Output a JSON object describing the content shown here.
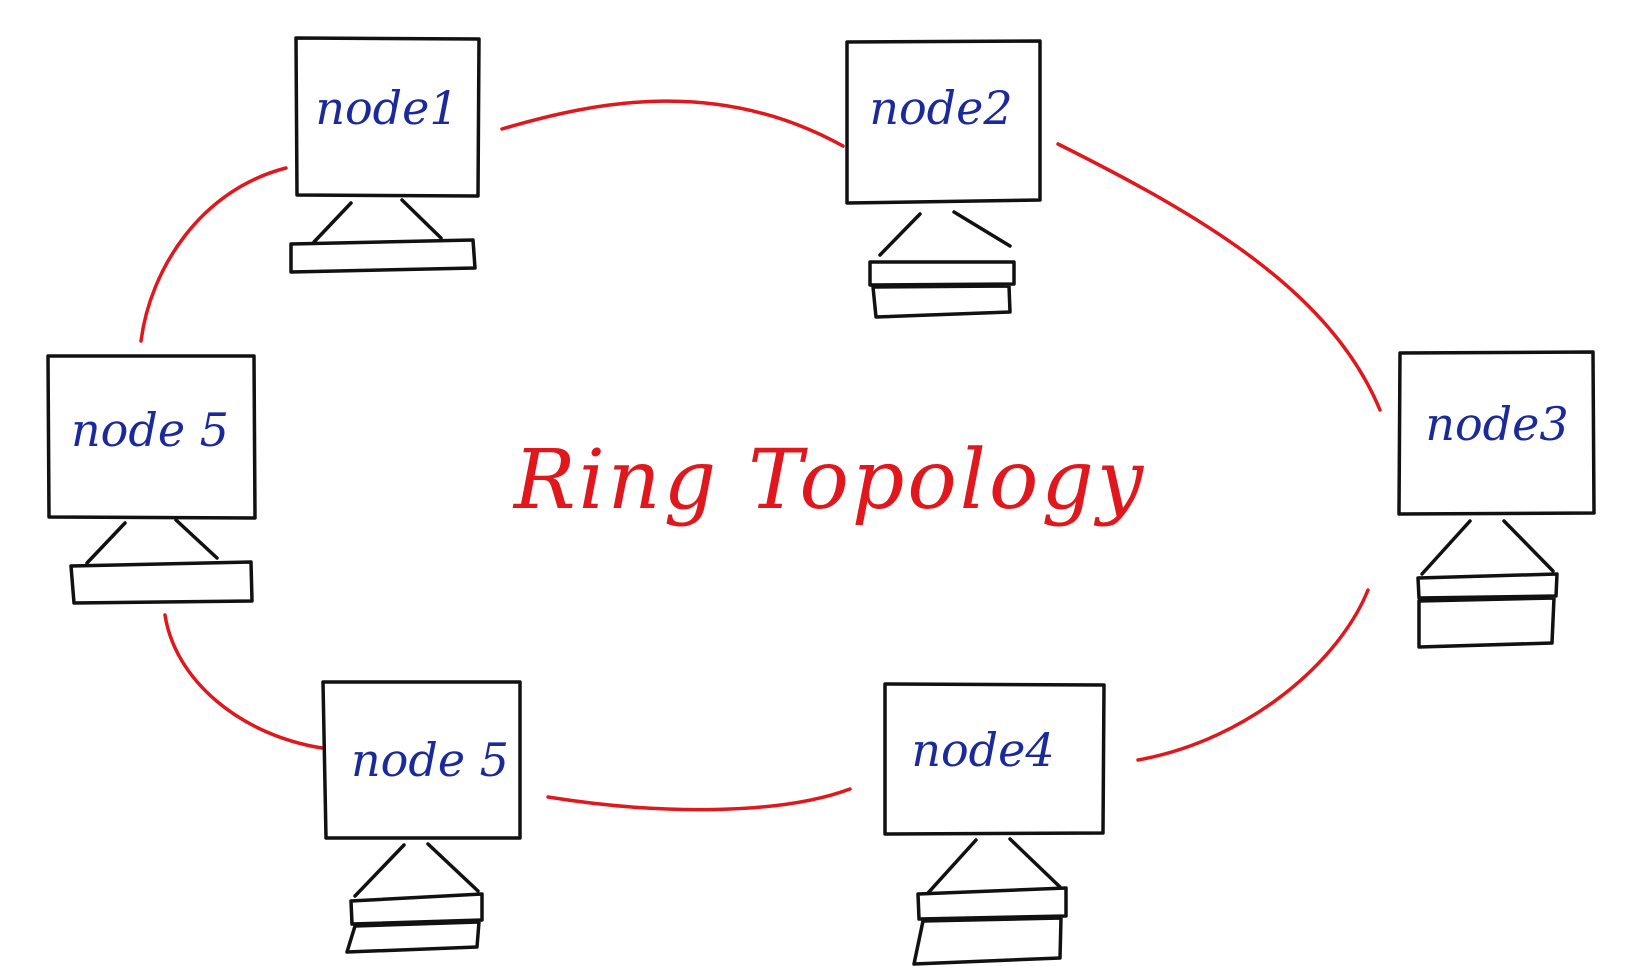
{
  "diagram": {
    "title": "Ring Topology",
    "nodes": [
      {
        "id": "node-top-left",
        "label": "node1"
      },
      {
        "id": "node-top-right",
        "label": "node2"
      },
      {
        "id": "node-right",
        "label": "node3"
      },
      {
        "id": "node-bottom-right",
        "label": "node4"
      },
      {
        "id": "node-bottom-left",
        "label": "node 5"
      },
      {
        "id": "node-left",
        "label": "node 5"
      }
    ],
    "links": [
      [
        "node-top-left",
        "node-top-right"
      ],
      [
        "node-top-right",
        "node-right"
      ],
      [
        "node-right",
        "node-bottom-right"
      ],
      [
        "node-bottom-right",
        "node-bottom-left"
      ],
      [
        "node-bottom-left",
        "node-left"
      ],
      [
        "node-left",
        "node-top-left"
      ]
    ],
    "colors": {
      "link": "#e0171c",
      "title": "#e0171c",
      "node_label": "#1b2a9a",
      "outline": "#111111",
      "background": "#ffffff"
    }
  }
}
